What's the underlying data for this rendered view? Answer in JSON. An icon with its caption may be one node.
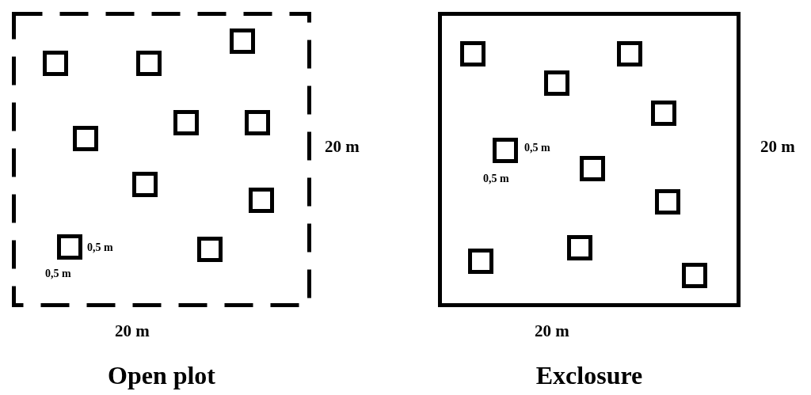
{
  "diagram": {
    "nodes": [
      {
        "text": [
          "Open plot"
        ],
        "beside": [
          "20 m",
          "20 m"
        ]
      },
      {
        "text": [],
        "shape": "box",
        "in": 0
      },
      {
        "text": [],
        "shape": "box",
        "in": 0
      },
      {
        "text": [],
        "shape": "box",
        "in": 0
      },
      {
        "text": [],
        "shape": "box",
        "in": 0
      },
      {
        "text": [],
        "shape": "box",
        "in": 0
      },
      {
        "text": [],
        "shape": "box",
        "in": 0
      },
      {
        "text": [],
        "shape": "box",
        "in": 0
      },
      {
        "text": [],
        "shape": "box",
        "in": 0
      },
      {
        "text": [],
        "shape": "box",
        "in": 0,
        "beside": [
          "0,5 m",
          "0,5 m"
        ]
      },
      {
        "text": [],
        "shape": "box",
        "in": 0
      },
      {
        "text": [
          "Exclosure"
        ],
        "beside": [
          "20 m",
          "20 m"
        ]
      },
      {
        "text": [],
        "shape": "box",
        "in": 11
      },
      {
        "text": [],
        "shape": "box",
        "in": 11
      },
      {
        "text": [],
        "shape": "box",
        "in": 11
      },
      {
        "text": [],
        "shape": "box",
        "in": 11
      },
      {
        "text": [],
        "shape": "box",
        "in": 11,
        "beside": [
          "0,5 m",
          "0,5 m"
        ]
      },
      {
        "text": [],
        "shape": "box",
        "in": 11
      },
      {
        "text": [],
        "shape": "box",
        "in": 11
      },
      {
        "text": [],
        "shape": "box",
        "in": 11
      },
      {
        "text": [],
        "shape": "box",
        "in": 11
      },
      {
        "text": [],
        "shape": "box",
        "in": 11
      }
    ]
  }
}
